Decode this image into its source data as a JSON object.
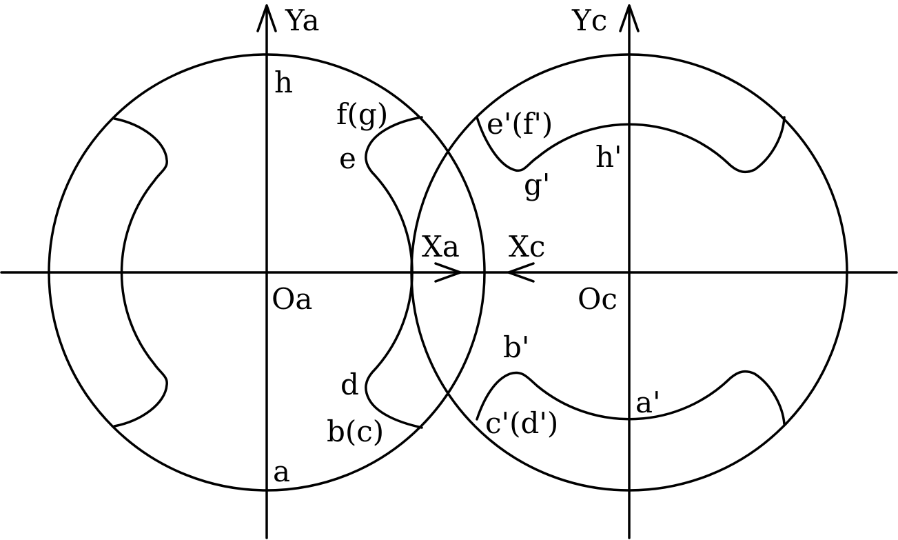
{
  "left_rotor": {
    "x_axis_label": "Xa",
    "y_axis_label": "Ya",
    "origin_label": "Oa",
    "points": {
      "h": "h",
      "fg": "f(g)",
      "e": "e",
      "d": "d",
      "bc": "b(c)",
      "a": "a"
    }
  },
  "right_rotor": {
    "x_axis_label": "Xc",
    "y_axis_label": "Yc",
    "origin_label": "Oc",
    "points": {
      "ef": "e'(f')",
      "h": "h'",
      "g": "g'",
      "b": "b'",
      "a": "a'",
      "cd": "c'(d')"
    }
  },
  "colors": {
    "line": "#000000",
    "background": "#ffffff"
  }
}
